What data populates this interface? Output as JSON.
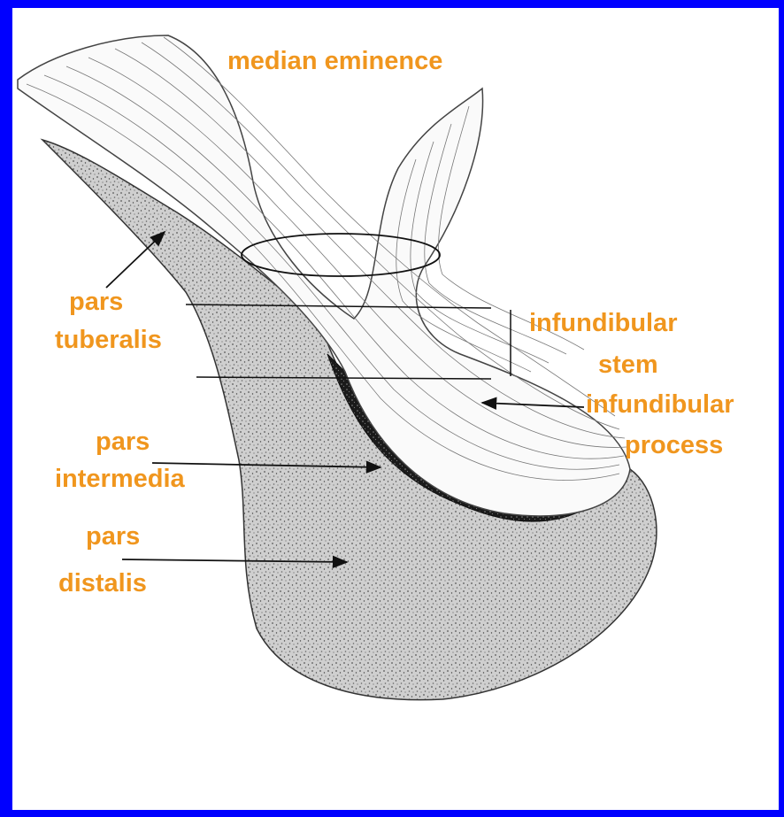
{
  "slide": {
    "background_color": "#0000ff",
    "panel_color": "#ffffff",
    "label_color": "#f0961e"
  },
  "labels": {
    "median_eminence": "median eminence",
    "pars_tuberalis_1": "pars",
    "pars_tuberalis_2": "tuberalis",
    "infundibular_stem_1": "infundibular",
    "infundibular_stem_2": "stem",
    "infundibular_process_1": "infundibular",
    "infundibular_process_2": "process",
    "pars_intermedia_1": "pars",
    "pars_intermedia_2": "intermedia",
    "pars_distalis_1": "pars",
    "pars_distalis_2": "distalis"
  }
}
